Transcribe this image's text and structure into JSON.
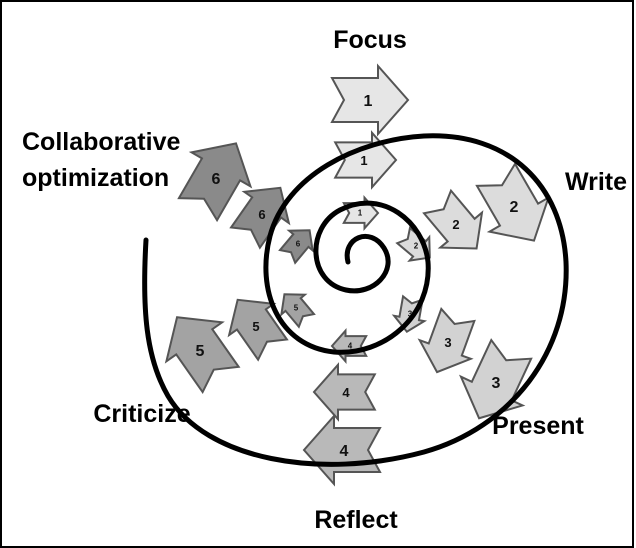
{
  "stages": [
    {
      "id": "focus",
      "label": "Focus",
      "number": "1"
    },
    {
      "id": "write",
      "label": "Write",
      "number": "2"
    },
    {
      "id": "present",
      "label": "Present",
      "number": "3"
    },
    {
      "id": "reflect",
      "label": "Reflect",
      "number": "4"
    },
    {
      "id": "criticize",
      "label": "Criticize",
      "number": "5"
    },
    {
      "id": "collab",
      "label_line1": "Collaborative",
      "label_line2": "optimization",
      "number": "6"
    }
  ],
  "colors": {
    "spiral": "#000000",
    "arrow_stroke": "#555555",
    "shade_1": "#e6e6e6",
    "shade_2": "#dcdcdc",
    "shade_3": "#d2d2d2",
    "shade_4": "#b9b9b9",
    "shade_5": "#a3a3a3",
    "shade_6": "#8a8a8a"
  },
  "icons": [
    "notched-arrow-icon"
  ]
}
